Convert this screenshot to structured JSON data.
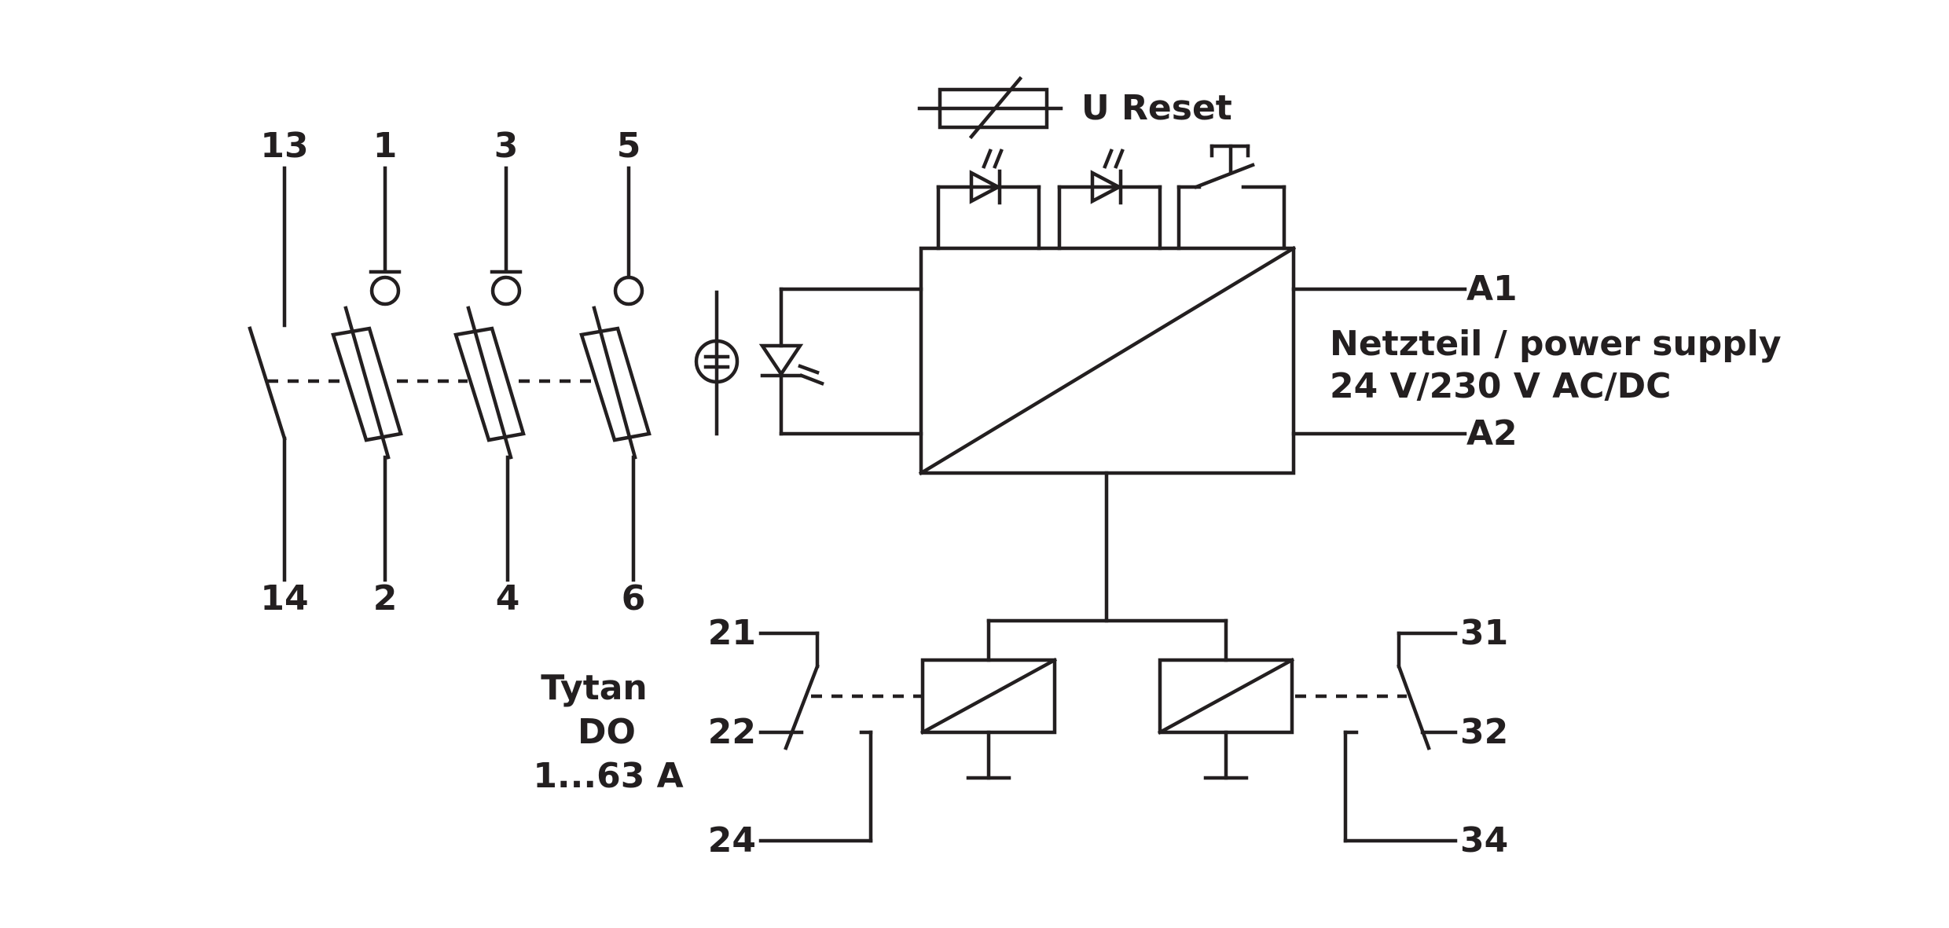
{
  "colors": {
    "ink": "#231f20",
    "background": "#ffffff"
  },
  "terminals": {
    "t13": "13",
    "t14": "14",
    "t1": "1",
    "t2": "2",
    "t3": "3",
    "t4": "4",
    "t5": "5",
    "t6": "6",
    "a1": "A1",
    "a2": "A2",
    "t21": "21",
    "t22": "22",
    "t24": "24",
    "t31": "31",
    "t32": "32",
    "t34": "34"
  },
  "labels": {
    "u_reset": "U Reset",
    "power_supply_line1": "Netzteil / power supply",
    "power_supply_line2": "24 V/230 V AC/DC",
    "device_line1": "Tytan",
    "device_line2": "DO",
    "device_line3": "1...63 A"
  }
}
